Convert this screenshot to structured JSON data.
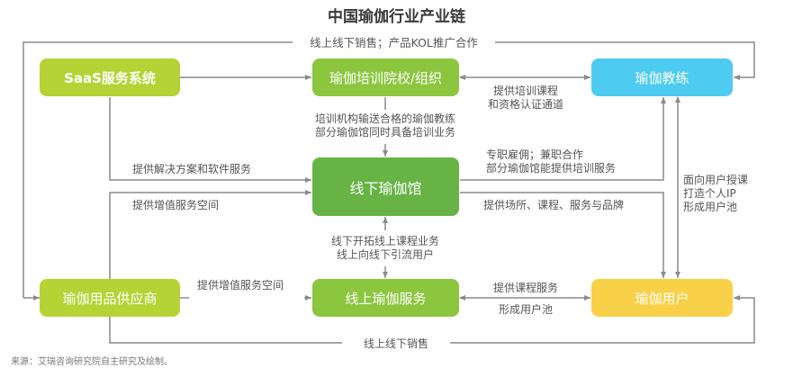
{
  "title": "中国瑜伽行业产业链",
  "nodes": {
    "saas": {
      "label": "SaaS服务系统",
      "color": "#b5d334"
    },
    "school": {
      "label": "瑜伽培训院校/组织",
      "color": "#8cc63f"
    },
    "coach": {
      "label": "瑜伽教练",
      "color": "#4ecbf0"
    },
    "studio": {
      "label": "线下瑜伽馆",
      "color": "#67b346"
    },
    "supplier": {
      "label": "瑜伽用品供应商",
      "color": "#b5d334"
    },
    "online": {
      "label": "线上瑜伽服务",
      "color": "#8cc63f"
    },
    "user": {
      "label": "瑜伽用户",
      "color": "#f8d149"
    }
  },
  "edges": {
    "top_loop": "线上线下销售；产品KOL推广合作",
    "school_coach_1": "提供培训课程",
    "school_coach_2": "和资格认证通道",
    "school_studio_1": "培训机构输送合格的瑜伽教练",
    "school_studio_2": "部分瑜伽馆同时具备培训业务",
    "studio_coach_1": "专职雇佣；兼职合作",
    "studio_coach_2": "部分瑜伽馆能提供培训服务",
    "studio_user": "提供场所、课程、服务与品牌",
    "saas_studio": "提供解决方案和软件服务",
    "supplier_studio": "提供增值服务空间",
    "coach_user_1": "面向用户授课",
    "coach_user_2": "打造个人IP",
    "coach_user_3": "形成用户池",
    "studio_online_1": "线下开拓线上课程业务",
    "studio_online_2": "线上向线下引流用户",
    "supplier_online": "提供增值服务空间",
    "online_user_1": "提供课程服务",
    "online_user_2": "形成用户池",
    "bottom_loop": "线上线下销售"
  },
  "source": "来源：艾瑞咨询研究院自主研究及绘制。",
  "colors": {
    "line": "#8a8a8a",
    "text": "#555555"
  }
}
